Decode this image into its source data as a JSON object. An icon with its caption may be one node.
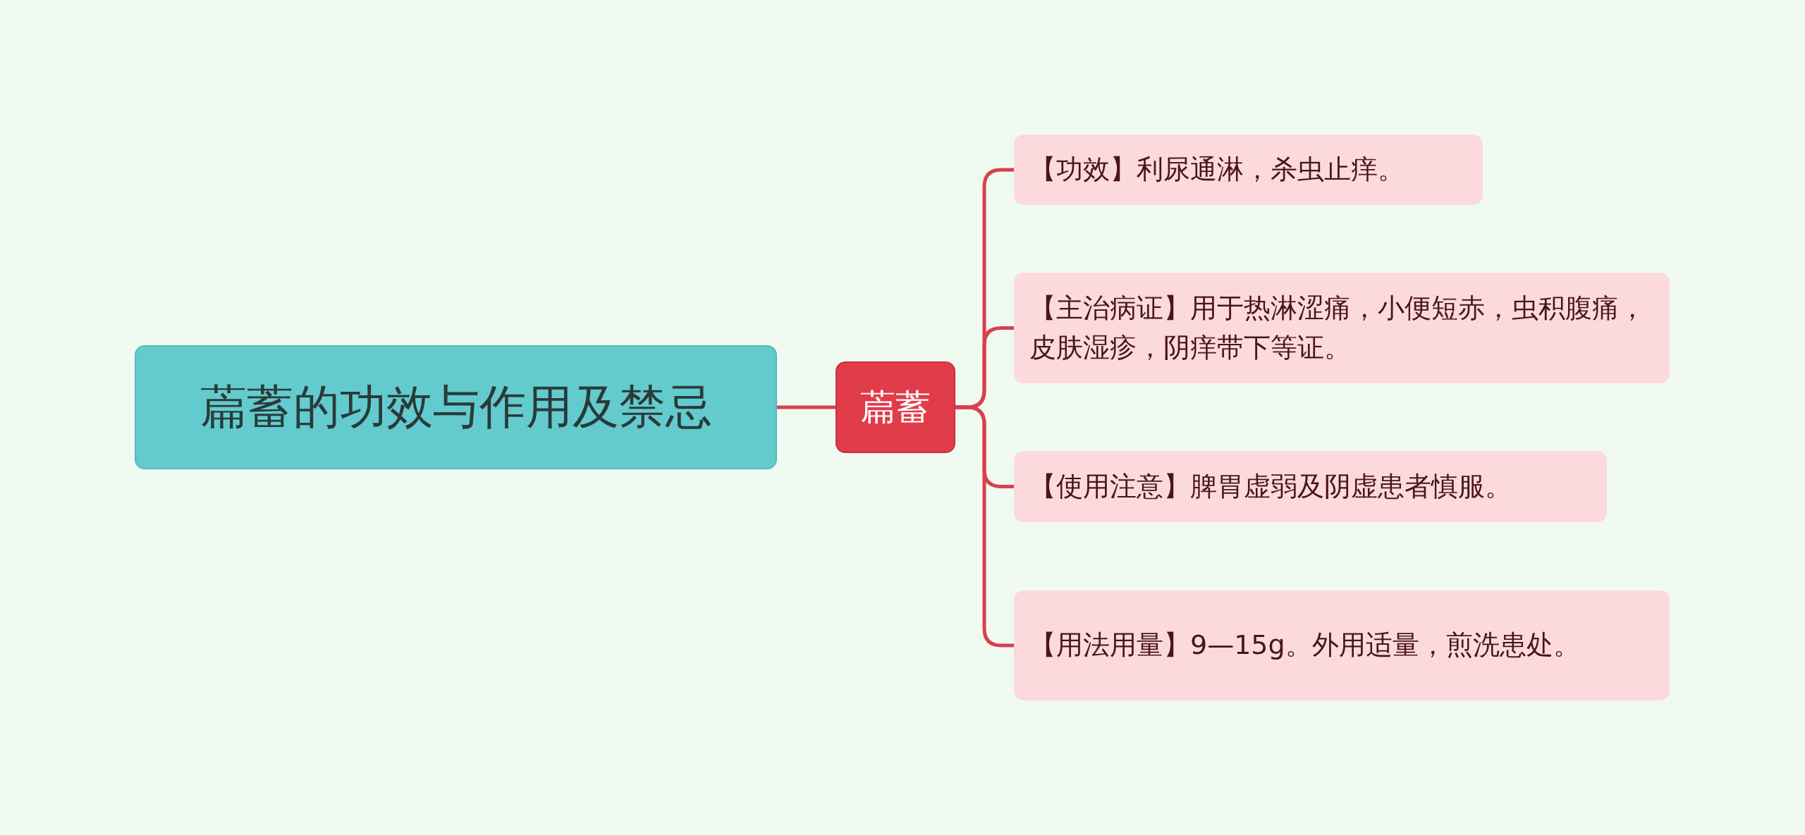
{
  "diagram": {
    "nodes": [
      {
        "text": [
          "萹蓄的功效与作用及禁忌"
        ]
      },
      {
        "text": [
          "萹蓄"
        ]
      },
      {
        "text": [
          "【功效】利尿通淋，杀虫止痒。"
        ]
      },
      {
        "text": [
          "【主治病证】用于热淋涩痛，小便短赤，虫积腹痛，皮肤湿疹，阴痒带下等证。"
        ]
      },
      {
        "text": [
          "【使用注意】脾胃虚弱及阴虚患者慎服。"
        ]
      },
      {
        "text": [
          "【用法用量】9—15g。外用适量，煎洗患处。"
        ]
      }
    ],
    "edges": [
      {
        "from": 0,
        "to": 1,
        "arrow": "none"
      },
      {
        "from": 1,
        "to": 2,
        "arrow": "none"
      },
      {
        "from": 1,
        "to": 3,
        "arrow": "none"
      },
      {
        "from": 1,
        "to": 4,
        "arrow": "none"
      },
      {
        "from": 1,
        "to": 5,
        "arrow": "none"
      }
    ]
  }
}
